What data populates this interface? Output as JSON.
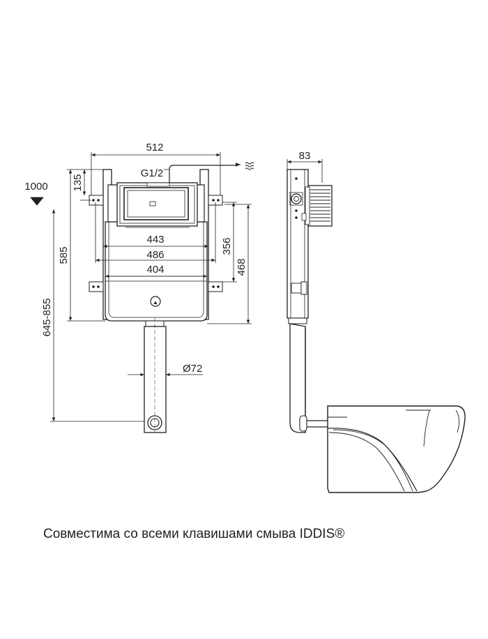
{
  "dimensions": {
    "width_total": "512",
    "side_depth": "83",
    "water_inlet": "G1/2",
    "floor_ref": "1000",
    "top_offset": "135",
    "frame_height": "585",
    "install_height": "645-855",
    "w443": "443",
    "w486": "486",
    "w404": "404",
    "h356": "356",
    "h468": "468",
    "pipe_diameter": "Ø72"
  },
  "caption": "Совместима со всеми клавишами смыва IDDIS®",
  "colors": {
    "line": "#231f20",
    "fill_light": "#f2f2f2",
    "fill_grid": "#555555"
  }
}
